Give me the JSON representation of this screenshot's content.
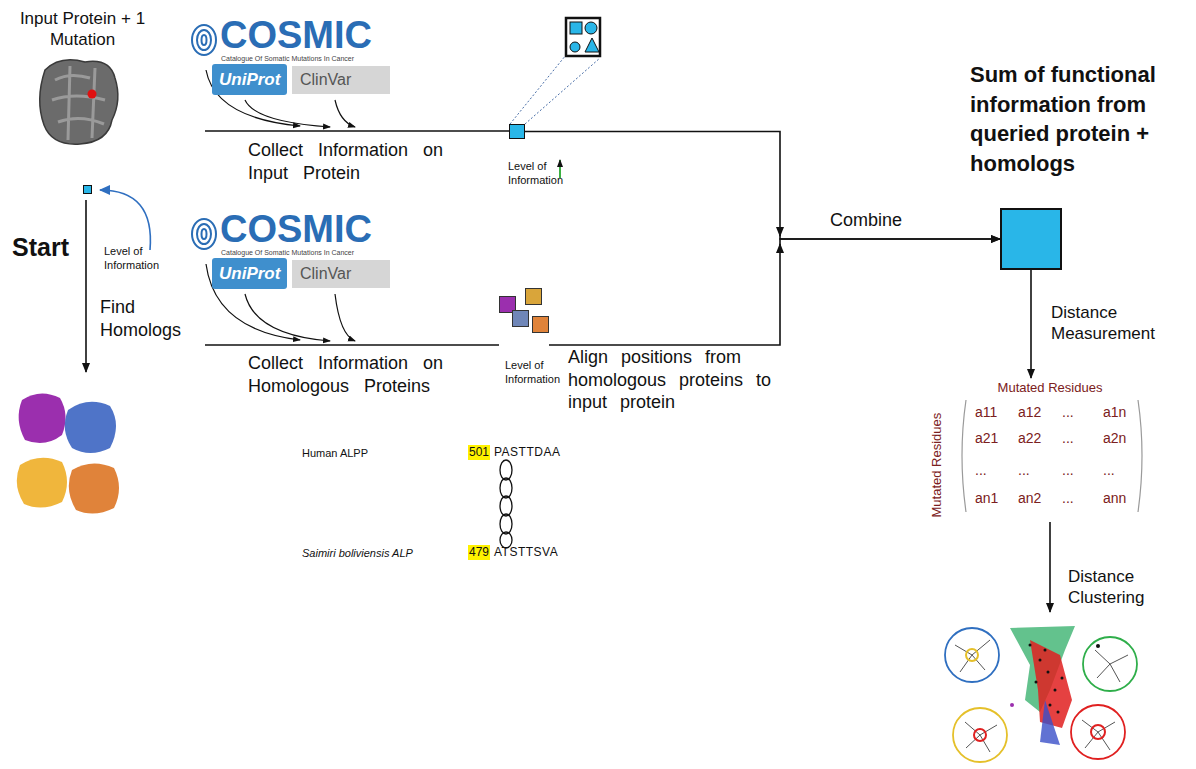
{
  "diagram": {
    "nodes": [
      {
        "text": [
          "Level of Information"
        ]
      },
      {
        "text": [
          "Level of Information"
        ]
      },
      {
        "text": [
          "Level of Information"
        ]
      },
      {
        "text": [
          "Sum of functional information from queried protein + homologs"
        ]
      },
      {
        "text": [
          "Mutated Residues",
          "Mutated Residues"
        ]
      }
    ],
    "edges": [
      {
        "from": 1,
        "to": 3,
        "arrow": "to"
      },
      {
        "from": 2,
        "to": 3,
        "arrow": "to",
        "label": "Combine"
      },
      {
        "from": 3,
        "to": 4,
        "arrow": "to",
        "label": "Distance Measurement"
      }
    ],
    "labels": [
      "Input Protein + 1 Mutation",
      "COSMIC",
      "Catalogue Of Somatic Mutations In Cancer",
      "UniProt",
      "ClinVar",
      "COSMIC",
      "Catalogue Of Somatic Mutations In Cancer",
      "UniProt",
      "ClinVar",
      "Collect Information on Input Protein",
      "Start",
      "Find Homologs",
      "Collect Information on Homologous Proteins",
      "Align positions from homologous proteins to input protein",
      "Human ALPP",
      "501",
      "PASTTDAA",
      "Saimiri boliviensis ALP",
      "479",
      "ATSTTSVA",
      "a11",
      "a12",
      "...",
      "a1n",
      "a21",
      "a22",
      "...",
      "a2n",
      "...",
      "...",
      "...",
      "...",
      "an1",
      "an2",
      "...",
      "ann",
      "Distance Clustering"
    ]
  }
}
